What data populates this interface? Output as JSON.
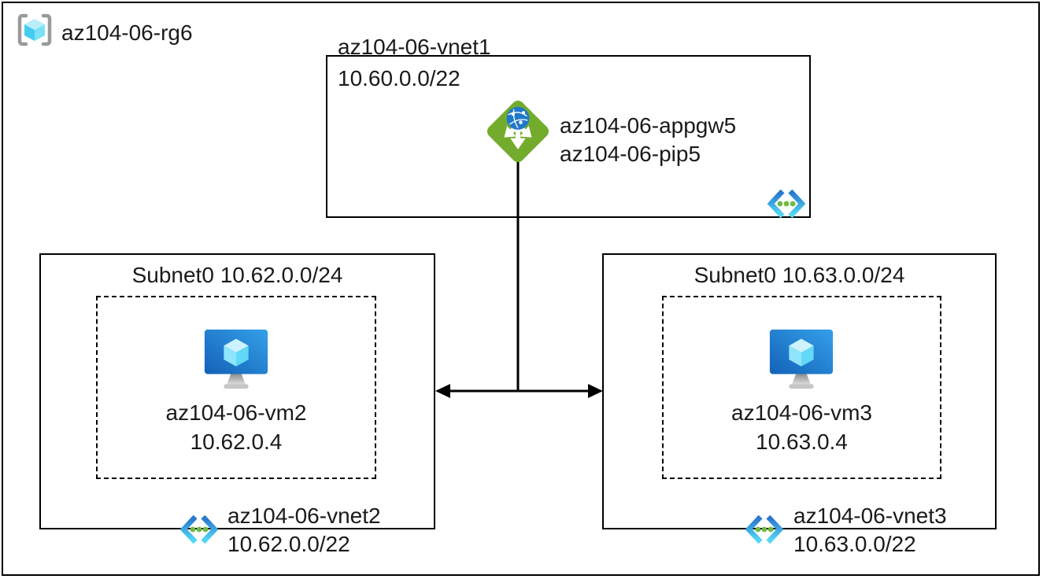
{
  "resource_group": {
    "label": "az104-06-rg6",
    "icon": "resource-group-icon"
  },
  "vnet1": {
    "title": "az104-06-vnet1",
    "cidr": "10.60.0.0/22",
    "appgw_label": "az104-06-appgw5",
    "pip_label": "az104-06-pip5",
    "gateway_icon": "application-gateway-icon",
    "vnet_icon": "virtual-network-icon"
  },
  "subnet_left": {
    "title": "Subnet0 10.62.0.0/24",
    "vm_label": "az104-06-vm2",
    "vm_ip": "10.62.0.4",
    "vnet_label": "az104-06-vnet2",
    "vnet_cidr": "10.62.0.0/22",
    "vm_icon": "virtual-machine-icon",
    "vnet_icon": "virtual-network-icon"
  },
  "subnet_right": {
    "title": "Subnet0 10.63.0.0/24",
    "vm_label": "az104-06-vm3",
    "vm_ip": "10.63.0.4",
    "vnet_label": "az104-06-vnet3",
    "vnet_cidr": "10.63.0.0/22",
    "vm_icon": "virtual-machine-icon",
    "vnet_icon": "virtual-network-icon"
  },
  "connections": [
    {
      "from": "az104-06-appgw5",
      "to": "subnet-peering-line",
      "type": "line"
    },
    {
      "from": "az104-06-vnet2",
      "to": "az104-06-vnet3",
      "type": "double-arrow"
    }
  ],
  "colors": {
    "border": "#000000",
    "appgw_green": "#73ac2d",
    "globe_blue": "#2079c8",
    "vnet_chevron_top": "#2879cf",
    "vnet_chevron_bottom": "#53d7f5",
    "vnet_dot_green": "#6fb944",
    "vm_screen_dark": "#1462b8",
    "vm_screen_light": "#34a0e9",
    "cube_cyan": "#50e6ff",
    "rg_bracket_gray": "#9a9a9a"
  }
}
